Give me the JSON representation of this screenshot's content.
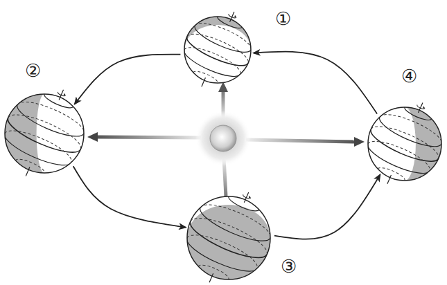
{
  "diagram": {
    "nodes": [
      {
        "text": [
          "①"
        ]
      },
      {
        "text": [
          "②"
        ]
      },
      {
        "text": [
          "③"
        ]
      },
      {
        "text": [
          "④"
        ]
      }
    ],
    "edges": [
      {
        "from": 0,
        "to": 1,
        "arrow": "to"
      },
      {
        "from": 1,
        "to": 2,
        "arrow": "to"
      },
      {
        "from": 2,
        "to": 3,
        "arrow": "to"
      },
      {
        "from": 3,
        "to": 0,
        "arrow": "to"
      }
    ]
  }
}
